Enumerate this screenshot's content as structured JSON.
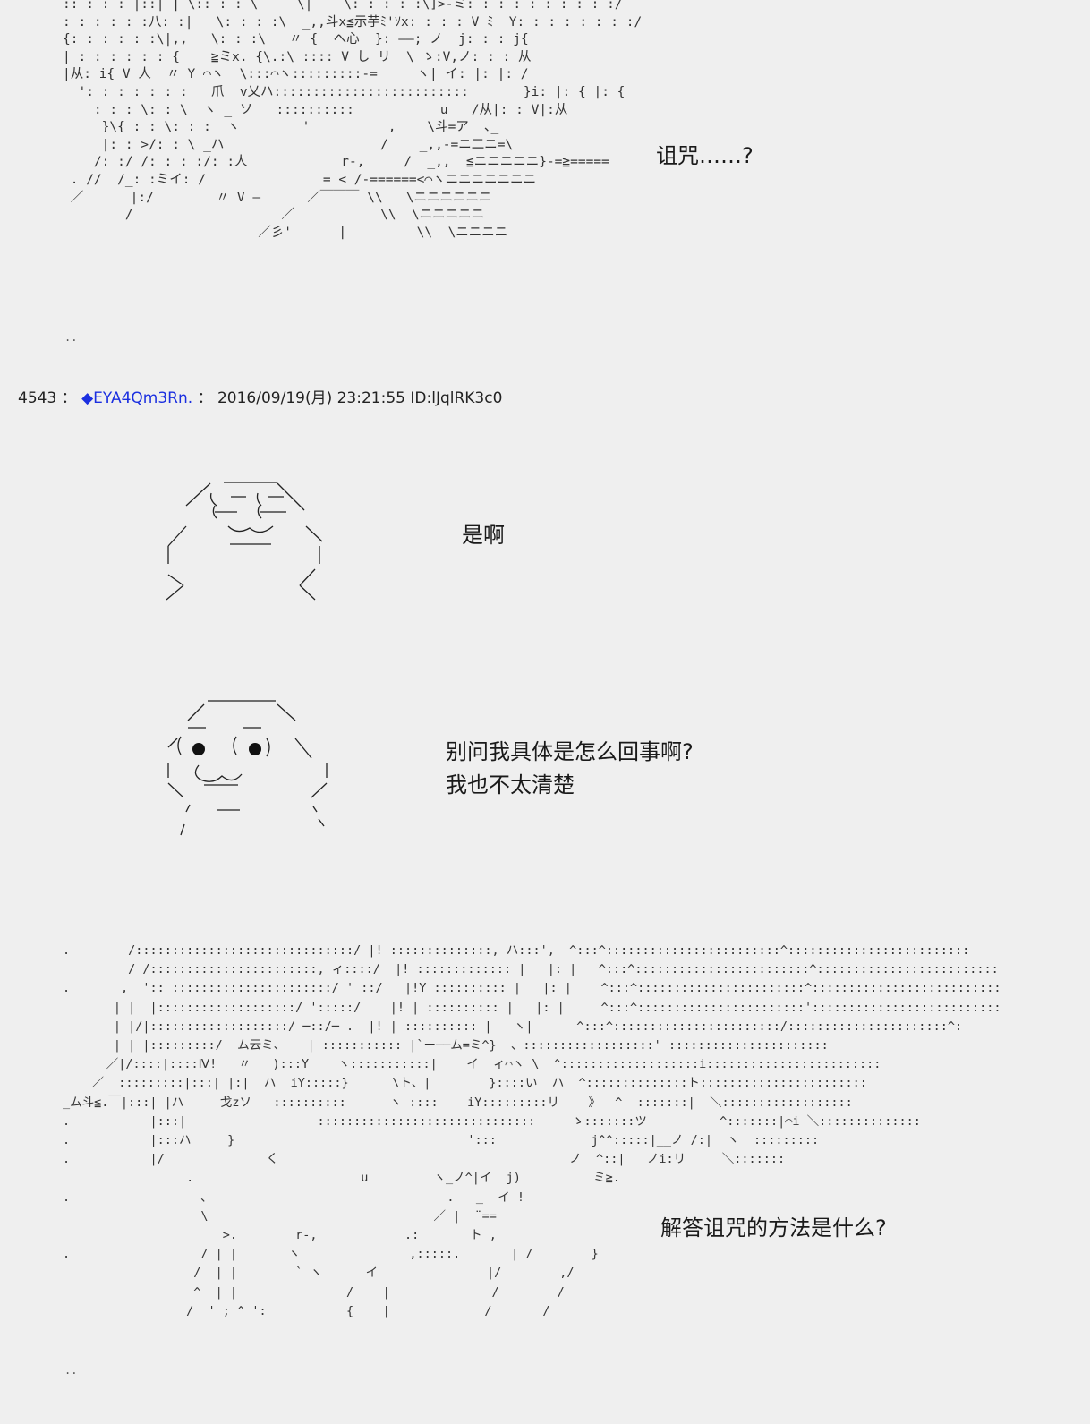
{
  "scene1": {
    "art": ":: : : : |::| | \\:: : : \\     \\|    \\: : : : :\\]>-ミ: : : : : : : : : :/\n: : : : : :八: :|   \\: : : :\\  _,,斗x≦示芋ﾐ'ｿx: : : : V ﾐ  Y: : : : : : : :/\n{: : : : : :\\|,,   \\: : :\\   〃 {  へ心  }: —–; ノ  j: : : j{\n| : : : : : : {    ≧ミx. {\\.:\\ :::: V し リ  \\ ゝ:V,ノ: : : 从\n|从: i{ V 人  〃 Y ⌒ヽ  \\:::⌒ヽ:::::::::-=     ヽ| イ: |: |: /\n  ': : : : : : :   爪  v乂ハ:::::::::::::::::::::::::       }i: |: { |: {\n    : : : \\: : \\  ヽ _ ソ   ::::::::::           u   /从|: : V|:从\n     }\\{ : : \\: : :  ヽ        '          ,    \\斗=ア  ､_\n     |: : >/: : \\ _ハ                    /    _,,-=ニ二ニ=\\\n    /: :/ /: : : :/: :人            r-,     /  _,,  ≦ニニニニニ}-=≧=====\n . //  /_: :ミイ: /               = < /-======<⌒ヽニニニニニニニ\n ／      |:/        〃 V —      ／￣￣￣ \\\\   \\ニニニニニニ\n        /                   ／           \\\\  \\ニニニニニ\n                         ／彡'      |         \\\\  \\ニニニニ",
    "dialog": "诅咒……?",
    "trailing_dots": ".."
  },
  "post": {
    "number": "4543",
    "separator": "：",
    "trip_mark": "◆",
    "name": "EYA4Qm3Rn.",
    "date_sep": "：",
    "datetime": "2016/09/19(月) 23:21:55",
    "id": "ID:lJqlRK3c0"
  },
  "scene2": {
    "dialog": "是啊"
  },
  "scene3": {
    "dialog_line1": "别问我具体是怎么回事啊?",
    "dialog_line2": "我也不太清楚"
  },
  "scene4": {
    "art": ".        /::::::::::::::::::::::::::::::/ |! ::::::::::::::, ハ:::',  ^:::^::::::::::::::::::::::::^:::::::::::::::::::::::::\n         / /:::::::::::::::::::::::, ィ::::/  |! ::::::::::::: |   |: |   ^:::^::::::::::::::::::::::::^:::::::::::::::::::::::::\n.       ,  ':: ::::::::::::::::::::::/ ' ::/   |!Y :::::::::: |   |: |    ^:::^:::::::::::::::::::::::^::::::::::::::::::::::::::\n       | |  |:::::::::::::::::::/ ':::::/    |! | :::::::::: |   |: |     ^:::^:::::::::::::::::::::::'::::::::::::::::::::::::::\n       | |/|:::::::::::::::::::/ ─::/─ .  |! | :::::::::: |   ヽ|      ^:::^:::::::::::::::::::::::/::::::::::::::::::::::^:\n       | | |:::::::::/  ム云ミ、   | ::::::::::: |`ー──ム=ミ^}  、::::::::::::::::::' ::::::::::::::::::::::\n      ／|/::::|::::Ⅳ!   〃   ):::Y    ヽ:::::::::::|    イ  ィ⌒ヽ \\  ^:::::::::::::::::::i::::::::::::::::::::::::\n    ／  :::::::::|:::| |:|  ハ  iY:::::}      \\ト、|        }::::い  ハ  ^::::::::::::::ト:::::::::::::::::::::::\n_ム斗≦.￣|:::| |ハ     戈zソ   ::::::::::      ヽ ::::    iY:::::::::リ    》  ^  :::::::|  ＼::::::::::::::::::\n.           |:::|                  ::::::::::::::::::::::::::::::     ゝ:::::::ツ          ^:::::::|⌒i ＼::::::::::::::\n.           |:::ハ     }                                ':::             j^^:::::|__ノ /:|  ヽ  :::::::::\n.           |/              く                                        ノ  ^::|   ノi:リ     ＼:::::::\n                 .                       u         ヽ_ノ^|イ  j)          ミ≧.\n.                  ､                                 .   _  イ !\n                   \\                               ／ |  ¨==\n                      >.        r-,            .:       ト ,\n.                  / | |       ヽ               ,:::::.       | /        }\n                  /  | |        ` ヽ      イ               |/        ,/\n                  ^  | |               /    |              /        /\n                 /  ' ; ^ ':           {    |             /       /",
    "dialog": "解答诅咒的方法是什么?",
    "trailing_dots": ".."
  }
}
